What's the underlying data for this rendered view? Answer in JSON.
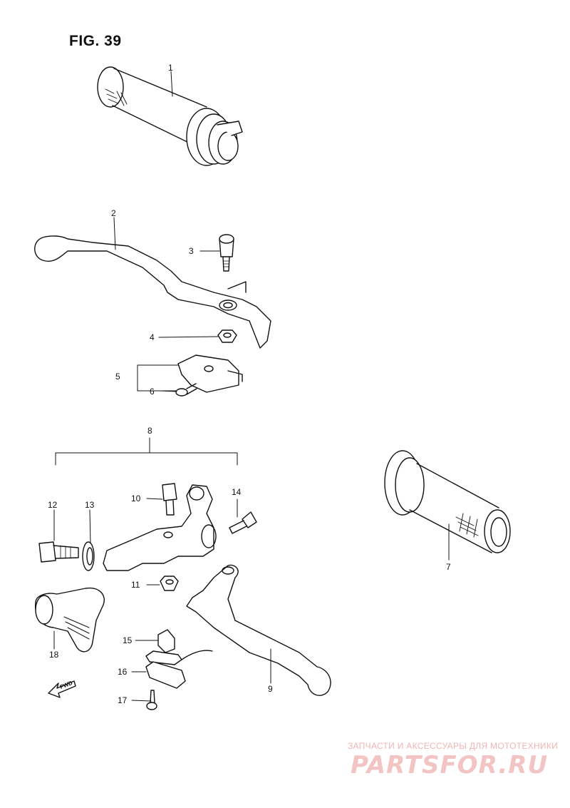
{
  "figure": {
    "title": "FIG. 39"
  },
  "parts": [
    {
      "ref": "1"
    },
    {
      "ref": "2"
    },
    {
      "ref": "3"
    },
    {
      "ref": "4"
    },
    {
      "ref": "5"
    },
    {
      "ref": "6"
    },
    {
      "ref": "7"
    },
    {
      "ref": "8"
    },
    {
      "ref": "9"
    },
    {
      "ref": "10"
    },
    {
      "ref": "11"
    },
    {
      "ref": "12"
    },
    {
      "ref": "13"
    },
    {
      "ref": "14"
    },
    {
      "ref": "15"
    },
    {
      "ref": "16"
    },
    {
      "ref": "17"
    },
    {
      "ref": "18"
    }
  ],
  "fwd_marker": "FWD",
  "watermark": {
    "tagline": "ЗАПЧАСТИ И АКСЕССУАРЫ ДЛЯ МОТОТЕХНИКИ",
    "logo": "PARTSFOR.RU",
    "color": "#f0b4b4"
  }
}
